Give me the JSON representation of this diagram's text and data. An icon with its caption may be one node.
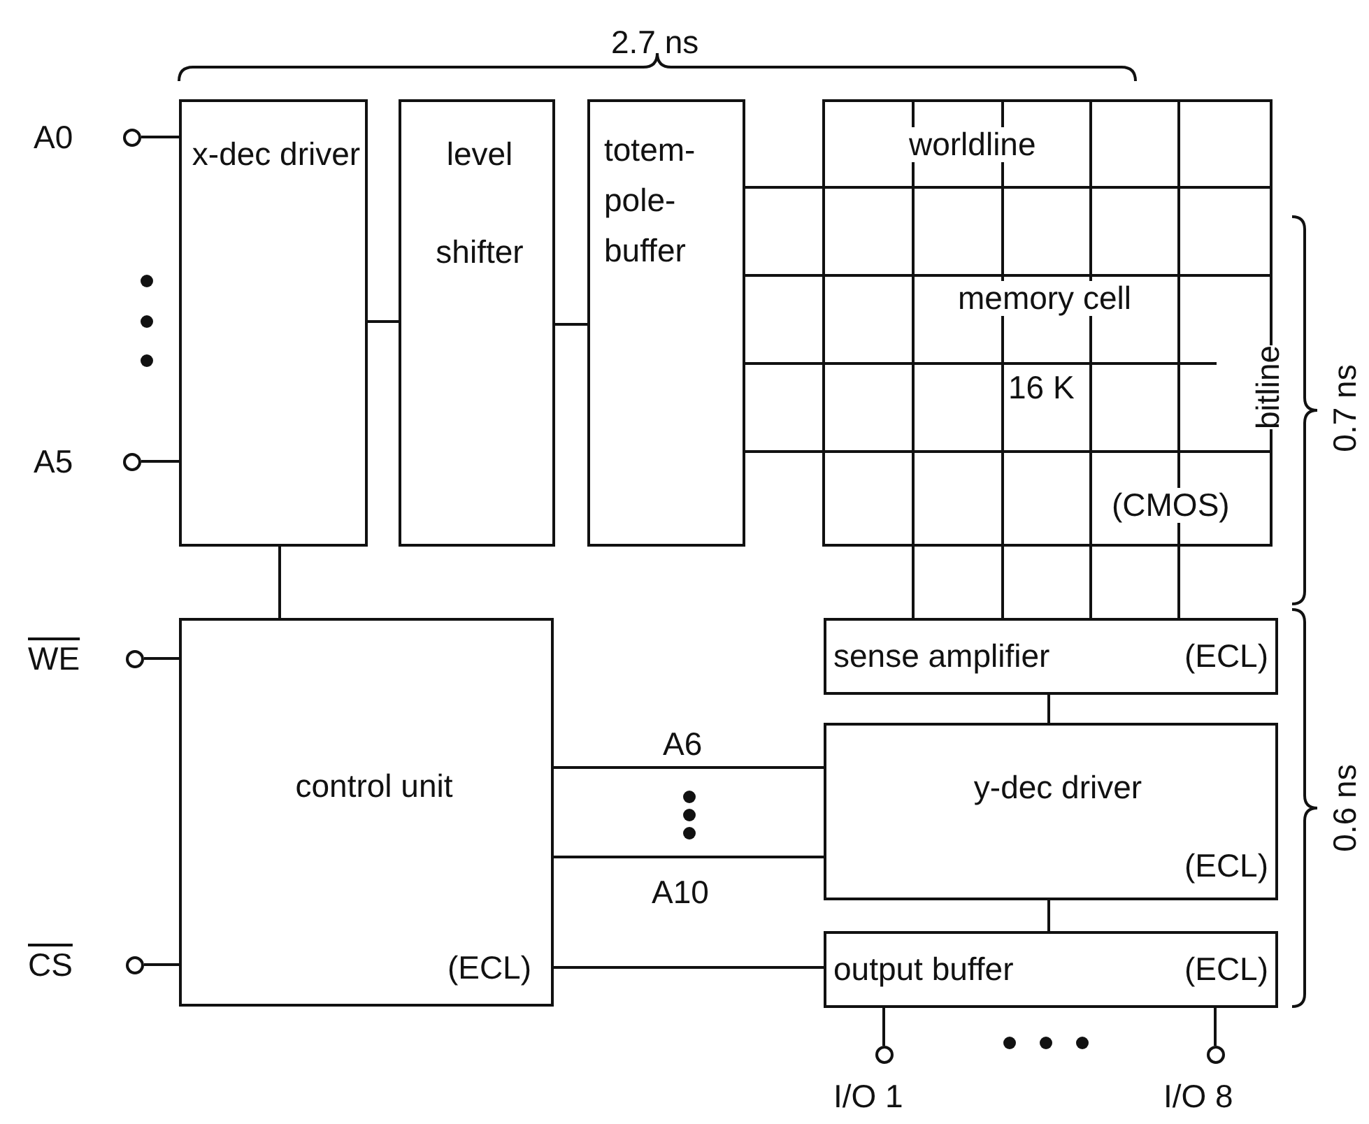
{
  "diagram": {
    "nodes": [
      {
        "text": [
          "x-dec driver"
        ]
      },
      {
        "text": [
          "level shifter"
        ]
      },
      {
        "text": [
          "totem-pole-buffer"
        ]
      },
      {
        "text": [
          "worldline",
          "memory cell",
          "16 K",
          "bitline",
          "(CMOS)"
        ]
      },
      {
        "text": [
          "control unit",
          "(ECL)"
        ]
      },
      {
        "text": [
          "sense amplifier",
          "(ECL)"
        ]
      },
      {
        "text": [
          "y-dec driver",
          "(ECL)"
        ]
      },
      {
        "text": [
          "output buffer",
          "(ECL)"
        ]
      },
      {
        "text": [],
        "shape": "circle",
        "beside": [
          "A0"
        ]
      },
      {
        "text": [],
        "shape": "circle",
        "beside": [
          "A5"
        ]
      },
      {
        "text": [],
        "shape": "circle",
        "beside": [
          "WE"
        ]
      },
      {
        "text": [],
        "shape": "circle",
        "beside": [
          "CS"
        ]
      },
      {
        "text": [],
        "shape": "circle",
        "beside": [
          "I/O 1"
        ]
      },
      {
        "text": [],
        "shape": "circle",
        "beside": [
          "I/O 8"
        ]
      }
    ],
    "edges": [
      {
        "from": 8,
        "to": 0,
        "arrow": "none"
      },
      {
        "from": 9,
        "to": 0,
        "arrow": "none"
      },
      {
        "from": 0,
        "to": 1,
        "arrow": "none"
      },
      {
        "from": 1,
        "to": 2,
        "arrow": "none"
      },
      {
        "from": 2,
        "to": 3,
        "arrow": "none"
      },
      {
        "from": 2,
        "to": 3,
        "arrow": "none"
      },
      {
        "from": 2,
        "to": 3,
        "arrow": "none"
      },
      {
        "from": 2,
        "to": 3,
        "arrow": "none"
      },
      {
        "from": 0,
        "to": 4,
        "arrow": "none"
      },
      {
        "from": 10,
        "to": 4,
        "arrow": "none"
      },
      {
        "from": 11,
        "to": 4,
        "arrow": "none"
      },
      {
        "from": 4,
        "to": 6,
        "arrow": "none",
        "label": "A6"
      },
      {
        "from": 4,
        "to": 6,
        "arrow": "none",
        "label": "A10"
      },
      {
        "from": 4,
        "to": 7,
        "arrow": "none"
      },
      {
        "from": 3,
        "to": 5,
        "arrow": "none"
      },
      {
        "from": 3,
        "to": 5,
        "arrow": "none"
      },
      {
        "from": 3,
        "to": 5,
        "arrow": "none"
      },
      {
        "from": 3,
        "to": 5,
        "arrow": "none"
      },
      {
        "from": 5,
        "to": 6,
        "arrow": "none"
      },
      {
        "from": 6,
        "to": 7,
        "arrow": "none"
      },
      {
        "from": 7,
        "to": 12,
        "arrow": "none"
      },
      {
        "from": 7,
        "to": 13,
        "arrow": "none"
      }
    ],
    "labels": [
      "2.7 ns",
      "0.7 ns",
      "0.6 ns"
    ]
  }
}
